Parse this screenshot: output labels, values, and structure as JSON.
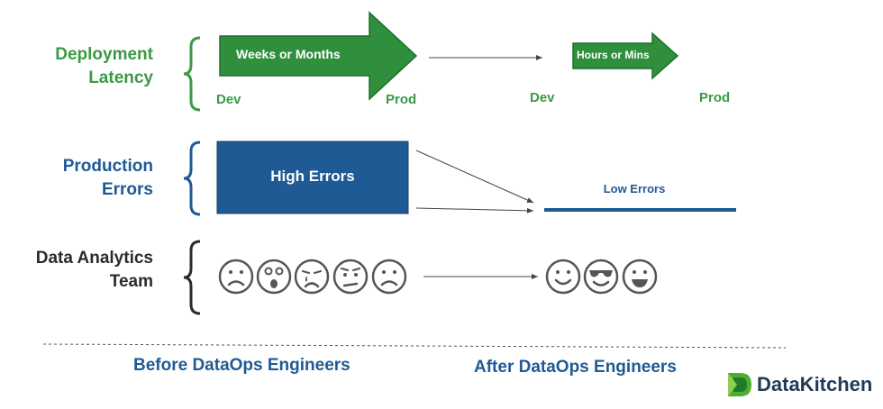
{
  "rows": {
    "latency": {
      "label_line1": "Deployment",
      "label_line2": "Latency"
    },
    "errors": {
      "label_line1": "Production",
      "label_line2": "Errors"
    },
    "team": {
      "label_line1": "Data Analytics",
      "label_line2": "Team"
    }
  },
  "latency": {
    "before_arrow_text": "Weeks or Months",
    "after_arrow_text": "Hours or Mins",
    "before_dev": "Dev",
    "before_prod": "Prod",
    "after_dev": "Dev",
    "after_prod": "Prod"
  },
  "errors": {
    "high_label": "High Errors",
    "low_label": "Low Errors"
  },
  "team": {
    "before_faces": [
      "frown",
      "shocked",
      "crying",
      "worried",
      "frown"
    ],
    "after_faces": [
      "smile",
      "sunglasses",
      "grin"
    ]
  },
  "footer": {
    "before": "Before DataOps Engineers",
    "after": "After DataOps Engineers"
  },
  "logo": {
    "text": "DataKitchen"
  },
  "colors": {
    "green": "#3a9a45",
    "arrow_green": "#2f8f3d",
    "blue": "#1f5a94",
    "dark": "#2b2b2b",
    "face_stroke": "#555555"
  }
}
